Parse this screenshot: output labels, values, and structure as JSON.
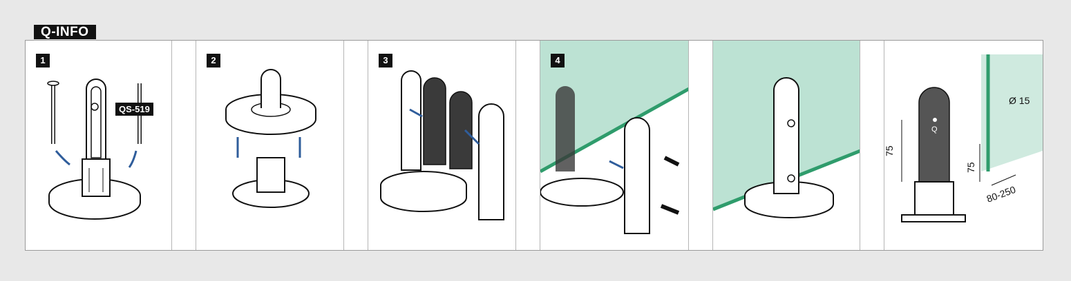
{
  "header": {
    "title": "Q-INFO"
  },
  "steps": [
    "1",
    "2",
    "3",
    "4"
  ],
  "part_label": "QS-519",
  "dimensions": {
    "height_left": "75",
    "height_right": "75",
    "hole_diameter": "Ø 15",
    "glass_range": "80-250",
    "hole_marker": "Q"
  },
  "colors": {
    "arrow": "#2f5d9b",
    "glass": "#9fd5c0",
    "glass_edge": "#2f9c6c",
    "pad": "#3a3a3a"
  }
}
